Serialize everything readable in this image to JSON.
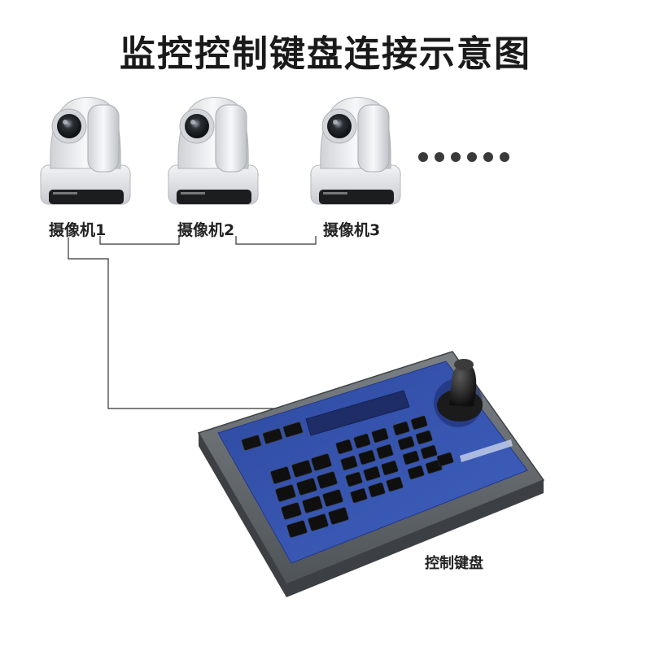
{
  "title": "监控控制键盘连接示意图",
  "cameras": [
    {
      "label": "摄像机1"
    },
    {
      "label": "摄像机2"
    },
    {
      "label": "摄像机3"
    }
  ],
  "more_indicator": "ellipsis-dots",
  "keyboard": {
    "label": "控制键盘"
  },
  "colors": {
    "line": "#333333",
    "panel": "#3452a8",
    "body": "#6e7377",
    "camera": "#e8e9eb"
  }
}
